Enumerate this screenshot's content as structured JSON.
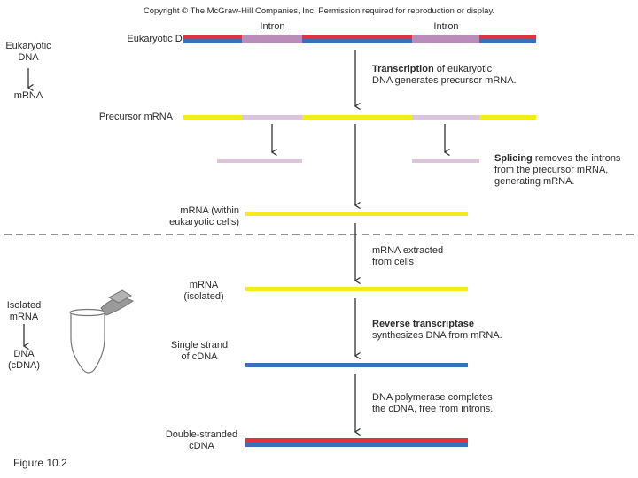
{
  "copyright": "Copyright © The McGraw-Hill Companies, Inc. Permission required for reproduction or display.",
  "figure_label": "Figure 10.2",
  "colors": {
    "red": "#e0333f",
    "blue": "#3a70b8",
    "purple": "#b98db8",
    "yellow": "#f7ea1a",
    "lavender": "#dcc5dc",
    "gray": "#9a9a9a",
    "arrow": "#333333"
  },
  "summary_top": {
    "from": "Eukaryotic\nDNA",
    "to": "mRNA"
  },
  "summary_bottom": {
    "from": "Isolated\nmRNA",
    "to": "DNA\n(cDNA)"
  },
  "labels": {
    "eukaryotic_dna": "Eukaryotic DNA",
    "intron_1": "Intron",
    "intron_2": "Intron",
    "precursor_mrna": "Precursor mRNA",
    "mrna_within": "mRNA (within\neukaryotic cells)",
    "mrna_isolated": "mRNA\n(isolated)",
    "single_strand": "Single strand\nof cDNA",
    "double_stranded": "Double-stranded\ncDNA"
  },
  "steps": {
    "transcription": {
      "bold": "Transcription",
      "rest": " of eukaryotic\nDNA generates precursor mRNA."
    },
    "splicing": {
      "bold": "Splicing",
      "rest": " removes the introns\nfrom the precursor mRNA,\ngenerating mRNA."
    },
    "extracted": {
      "text": "mRNA extracted\nfrom cells"
    },
    "reverse": {
      "bold": "Reverse transcriptase",
      "rest": "\nsynthesizes DNA from mRNA."
    },
    "polymerase": {
      "text": "DNA polymerase completes\nthe cDNA, free from introns."
    }
  }
}
